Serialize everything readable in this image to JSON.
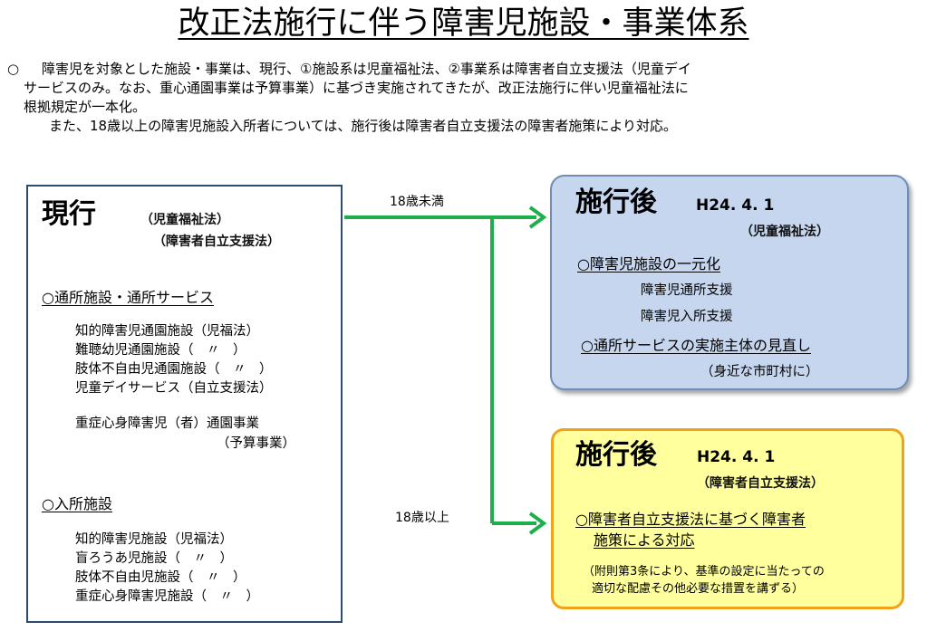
{
  "title": "改正法施行に伴う障害児施設・事業体系",
  "intro": {
    "bullet": "○",
    "line1": "障害児を対象とした施設・事業は、現行、①施設系は児童福祉法、②事業系は障害者自立支援法（児童デイ",
    "line2": "サービスのみ。なお、重心通園事業は予算事業）に基づき実施されてきたが、改正法施行に伴い児童福祉法に",
    "line3": "根拠規定が一本化。",
    "line4": "また、18歳以上の障害児施設入所者については、施行後は障害者自立支援法の障害者施策により対応。"
  },
  "current": {
    "heading": "現行",
    "law1": "（児童福祉法）",
    "law2": "（障害者自立支援法）",
    "section1": "○通所施設・通所サービス",
    "items1": [
      "知的障害児通園施設（児福法）",
      "難聴幼児通園施設（　〃　）",
      "肢体不自由児通園施設（　〃　）",
      "児童デイサービス（自立支援法）"
    ],
    "item_extra": "重症心身障害児（者）通園事業",
    "item_extra_note": "（予算事業）",
    "section2": "○入所施設",
    "items2": [
      "知的障害児施設（児福法）",
      "盲ろうあ児施設（　〃　）",
      "肢体不自由児施設（　〃　）",
      "重症心身障害児施設（　〃　）"
    ]
  },
  "arrows": {
    "under18": "18歳未満",
    "over18": "18歳以上",
    "color": "#1db04a"
  },
  "after1": {
    "heading": "施行後",
    "date": "H24. 4. 1",
    "law": "（児童福祉法）",
    "point1": "○障害児施設の一元化",
    "sub1": "障害児通所支援",
    "sub2": "障害児入所支援",
    "point2": "○通所サービスの実施主体の見直し",
    "note": "（身近な市町村に）"
  },
  "after2": {
    "heading": "施行後",
    "date": "H24. 4. 1",
    "law": "（障害者自立支援法）",
    "point1a": "○障害者自立支援法に基づく障害者",
    "point1b": "施策による対応",
    "note1": "（附則第3条により、基準の設定に当たっての",
    "note2": "適切な配慮その他必要な措置を講ずる）"
  }
}
